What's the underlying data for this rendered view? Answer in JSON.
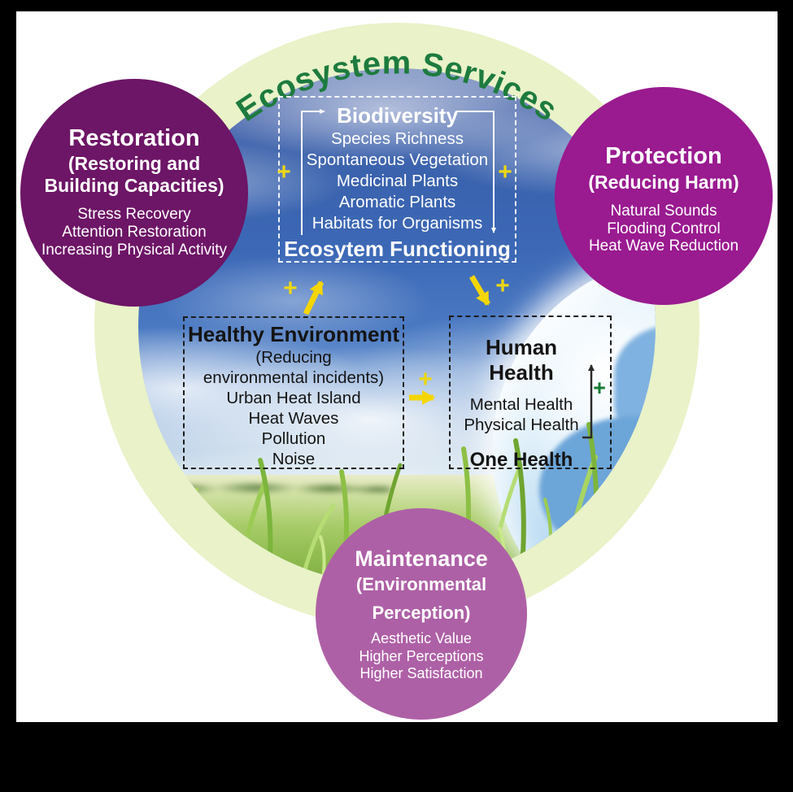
{
  "title": "Ecosystem Services",
  "plus": "+",
  "colors": {
    "frame": "#000000",
    "ring_green": "#e9f2c8",
    "title_green": "#1d7b3e",
    "restoration_purple": "#6d1566",
    "protection_magenta": "#9a1a90",
    "maintenance_orchid": "#ae60a6",
    "arrow_yellow": "#f5d602",
    "plus_yellow": "#ecd714",
    "plus_green": "#177a33",
    "box_dash_white": "#ffffff",
    "box_dash_black": "#1c1c1c"
  },
  "boxes": {
    "biodiversity": {
      "title": "Biodiversity",
      "items": [
        "Species Richness",
        "Spontaneous Vegetation",
        "Medicinal Plants",
        "Aromatic Plants",
        "Habitats for Organisms"
      ],
      "footer": "Ecosytem Functioning"
    },
    "healthy_environment": {
      "title": "Healthy Environment",
      "subtitle_line1": "(Reducing",
      "subtitle_line2": "environmental incidents)",
      "items": [
        "Urban Heat Island",
        "Heat Waves",
        "Pollution",
        "Noise"
      ]
    },
    "human_health": {
      "title": "Human Health",
      "items": [
        "Mental Health",
        "Physical Health"
      ],
      "footer": "One Health"
    }
  },
  "circles": {
    "restoration": {
      "title": "Restoration",
      "subtitle": "(Restoring and Building Capacities)",
      "items": [
        "Stress Recovery",
        "Attention Restoration",
        "Increasing Physical Activity"
      ]
    },
    "protection": {
      "title": "Protection",
      "subtitle": "(Reducing Harm)",
      "items": [
        "Natural Sounds",
        "Flooding Control",
        "Heat Wave Reduction"
      ]
    },
    "maintenance": {
      "title": "Maintenance",
      "subtitle_line1": "(Environmental",
      "subtitle_line2": "Perception)",
      "items": [
        "Aesthetic Value",
        "Higher Perceptions",
        "Higher Satisfaction"
      ]
    }
  }
}
